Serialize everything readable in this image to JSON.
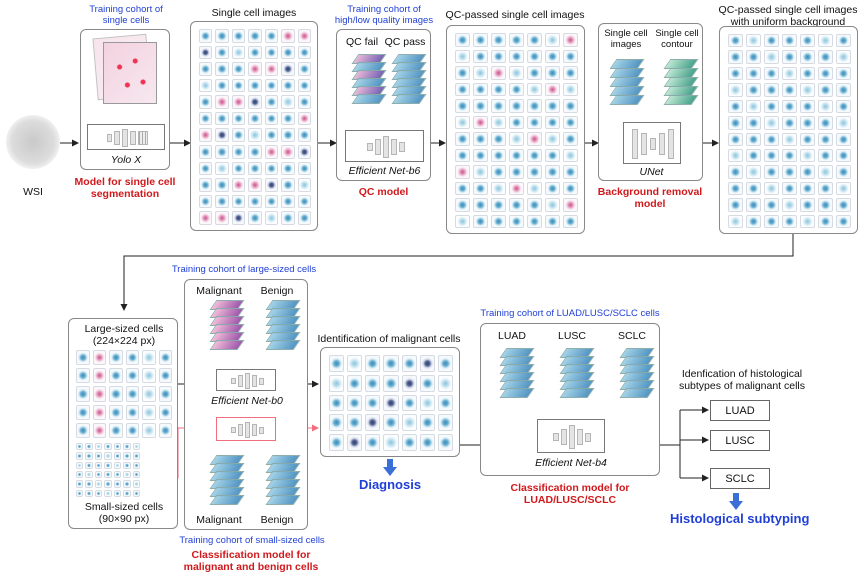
{
  "wsi_label": "WSI",
  "stage1": {
    "cohort": "Training cohort of single cells",
    "model_name": "Yolo X",
    "caption": "Model for single cell segmentation"
  },
  "stage2": {
    "title": "Single cell images"
  },
  "stage3": {
    "cohort": "Training cohort of high/low quality images",
    "fail_label": "QC fail",
    "pass_label": "QC pass",
    "model_name": "Efficient Net-b6",
    "caption": "QC model"
  },
  "stage4": {
    "title": "QC-passed single cell images"
  },
  "stage5": {
    "input_label": "Single cell images",
    "output_label": "Single cell contour",
    "model_name": "UNet",
    "caption": "Background removal model"
  },
  "stage6": {
    "title": "QC-passed single cell images with uniform background"
  },
  "size_panel": {
    "large_title": "Large-sized cells",
    "large_size": "(224×224 px)",
    "small_title": "Small-sized cells",
    "small_size": "(90×90 px)"
  },
  "malignancy_model": {
    "cohort_large": "Training cohort of large-sized cells",
    "cohort_small": "Training cohort of small-sized cells",
    "malignant_label": "Malignant",
    "benign_label": "Benign",
    "model_name": "Efficient Net-b0",
    "caption": "Classification model for malignant and benign cells"
  },
  "malignant_panel": {
    "title": "Identification of malignant cells",
    "outcome": "Diagnosis"
  },
  "subtype_model": {
    "cohort": "Training cohort of LUAD/LUSC/SCLC cells",
    "classes": [
      "LUAD",
      "LUSC",
      "SCLC"
    ],
    "model_name": "Efficient Net-b4",
    "caption": "Classification model for LUAD/LUSC/SCLC"
  },
  "subtype_output": {
    "title": "Idenfication of histological subtypes of malignant cells",
    "classes": [
      "LUAD",
      "LUSC",
      "SCLC"
    ],
    "outcome": "Histological subtyping"
  },
  "colors": {
    "cohort_text": "#1f3fd6",
    "caption_text": "#d0191c",
    "small_cell_arrow": "#f26d7d",
    "outcome_arrow": "#3a6fd8"
  }
}
